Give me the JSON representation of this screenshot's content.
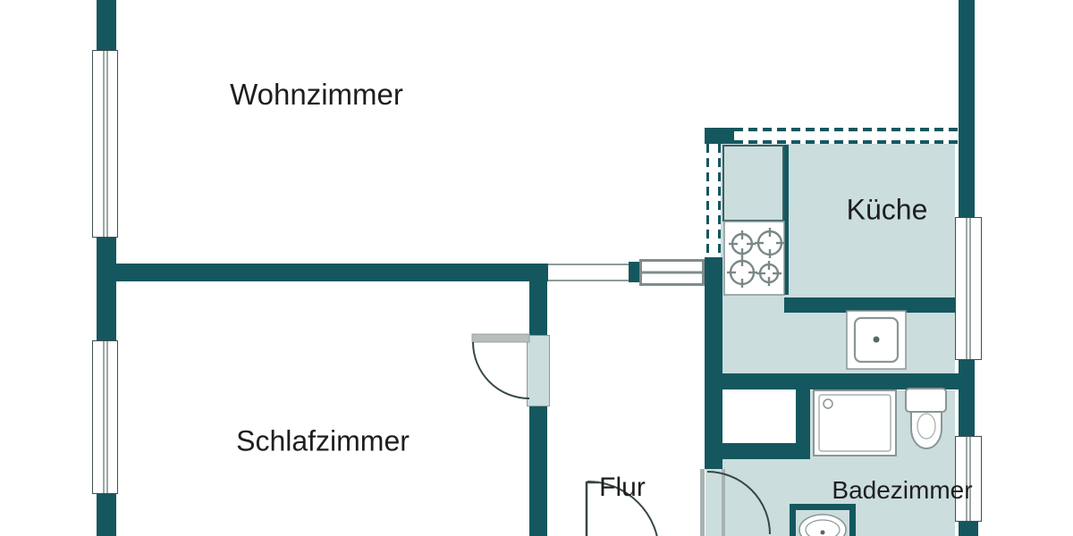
{
  "plan": {
    "type": "apartment-floor-plan",
    "language": "de"
  },
  "rooms": {
    "wohnzimmer": {
      "label": "Wohnzimmer"
    },
    "schlafzimmer": {
      "label": "Schlafzimmer"
    },
    "kueche": {
      "label": "Küche"
    },
    "flur": {
      "label": "Flur"
    },
    "badezimmer": {
      "label": "Badezimmer"
    }
  },
  "fixtures": [
    "stove-icon",
    "kitchen-sink-icon",
    "shower-icon",
    "toilet-icon",
    "washbasin-icon"
  ],
  "colors": {
    "wall": "#15575F",
    "room_fill": "#CBDDDD",
    "fixture_outline": "#8A9696",
    "door_leaf": "#B7BEBD",
    "arc_line": "#374746",
    "text": "#1E1E1E",
    "background": "#FFFFFF"
  }
}
